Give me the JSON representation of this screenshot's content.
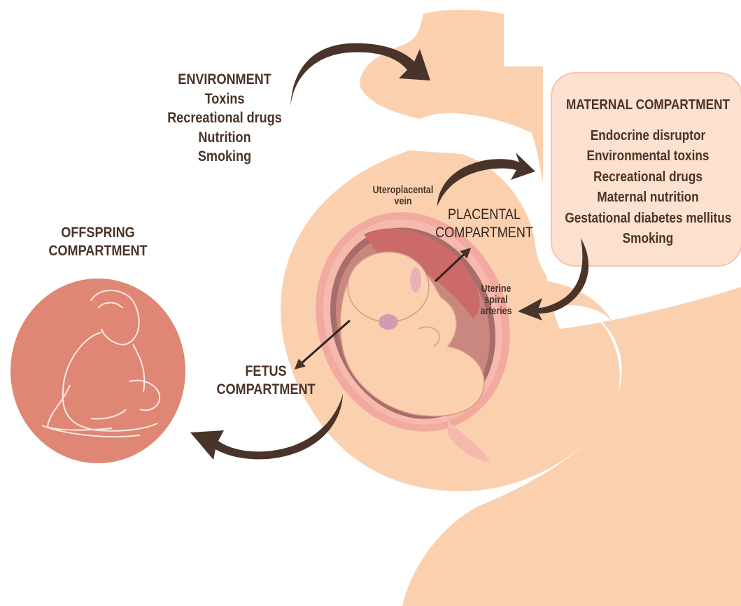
{
  "environment": {
    "title": "ENVIRONMENT",
    "items": [
      "Toxins",
      "Recreational drugs",
      "Nutrition",
      "Smoking"
    ]
  },
  "offspring": {
    "line1": "OFFSPRING",
    "line2": "COMPARTMENT"
  },
  "maternal": {
    "title": "MATERNAL COMPARTMENT",
    "items": [
      "Endocrine disruptor",
      "Environmental toxins",
      "Recreational drugs",
      "Maternal nutrition",
      "Gestational diabetes mellitus",
      "Smoking"
    ]
  },
  "placental": {
    "line1": "PLACENTAL",
    "line2": "COMPARTMENT"
  },
  "fetus": {
    "line1": "FETUS",
    "line2": "COMPARTMENT"
  },
  "vessels": {
    "vein_line1": "Uteroplacental",
    "vein_line2": "vein",
    "artery_line1": "Uterine",
    "artery_line2": "spiral",
    "artery_line3": "arteries"
  },
  "colors": {
    "skin": "#fbd0ae",
    "arrow": "#4a3329",
    "maternal_box": "#fde0cd",
    "offspring_circle": "#df8675",
    "uterus_wall": "#f2a9a0",
    "amniotic": "#a76d6b",
    "placenta": "#cb6a68",
    "text": "#4a3329"
  }
}
